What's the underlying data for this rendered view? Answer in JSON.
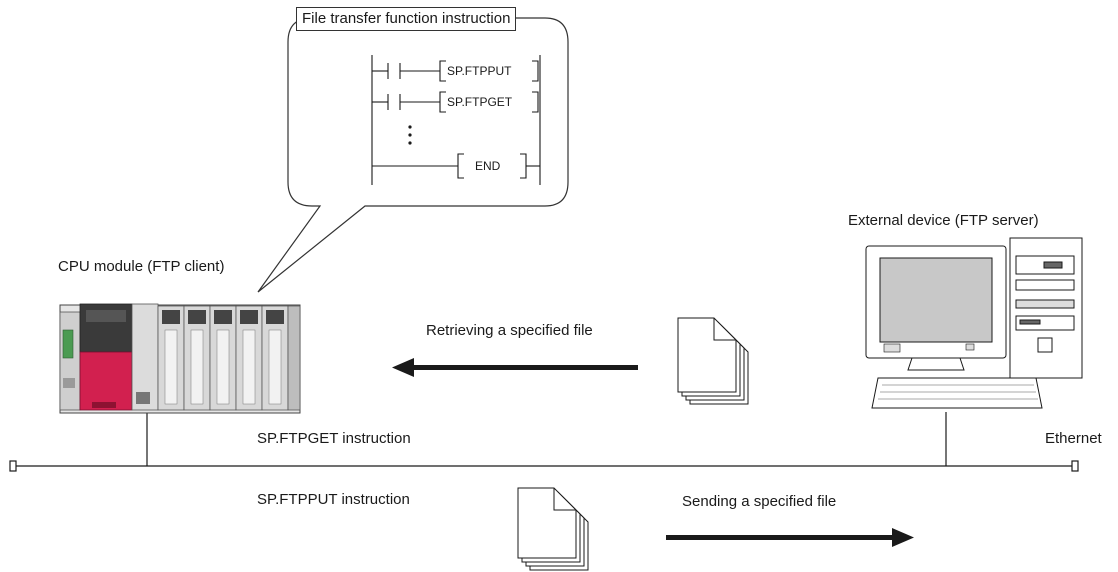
{
  "callout": {
    "title": "File transfer function instruction",
    "instructions": [
      "SP.FTPPUT",
      "SP.FTPGET"
    ],
    "end_label": "END"
  },
  "labels": {
    "cpu_module": "CPU module (FTP client)",
    "external_device": "External device (FTP server)",
    "retrieving": "Retrieving a specified file",
    "sending": "Sending a specified file",
    "ftpget_instruction": "SP.FTPGET instruction",
    "ftpput_instruction": "SP.FTPPUT instruction",
    "ethernet": "Ethernet"
  },
  "colors": {
    "cpu_red": "#d2204f",
    "cpu_dark": "#3a3a3a",
    "monitor_screen": "#c8c8c8",
    "line": "#1a1a1a"
  },
  "icons": [
    "plc-cpu-icon",
    "desktop-computer-icon",
    "document-stack-icon",
    "arrow-left-icon",
    "arrow-right-icon"
  ]
}
